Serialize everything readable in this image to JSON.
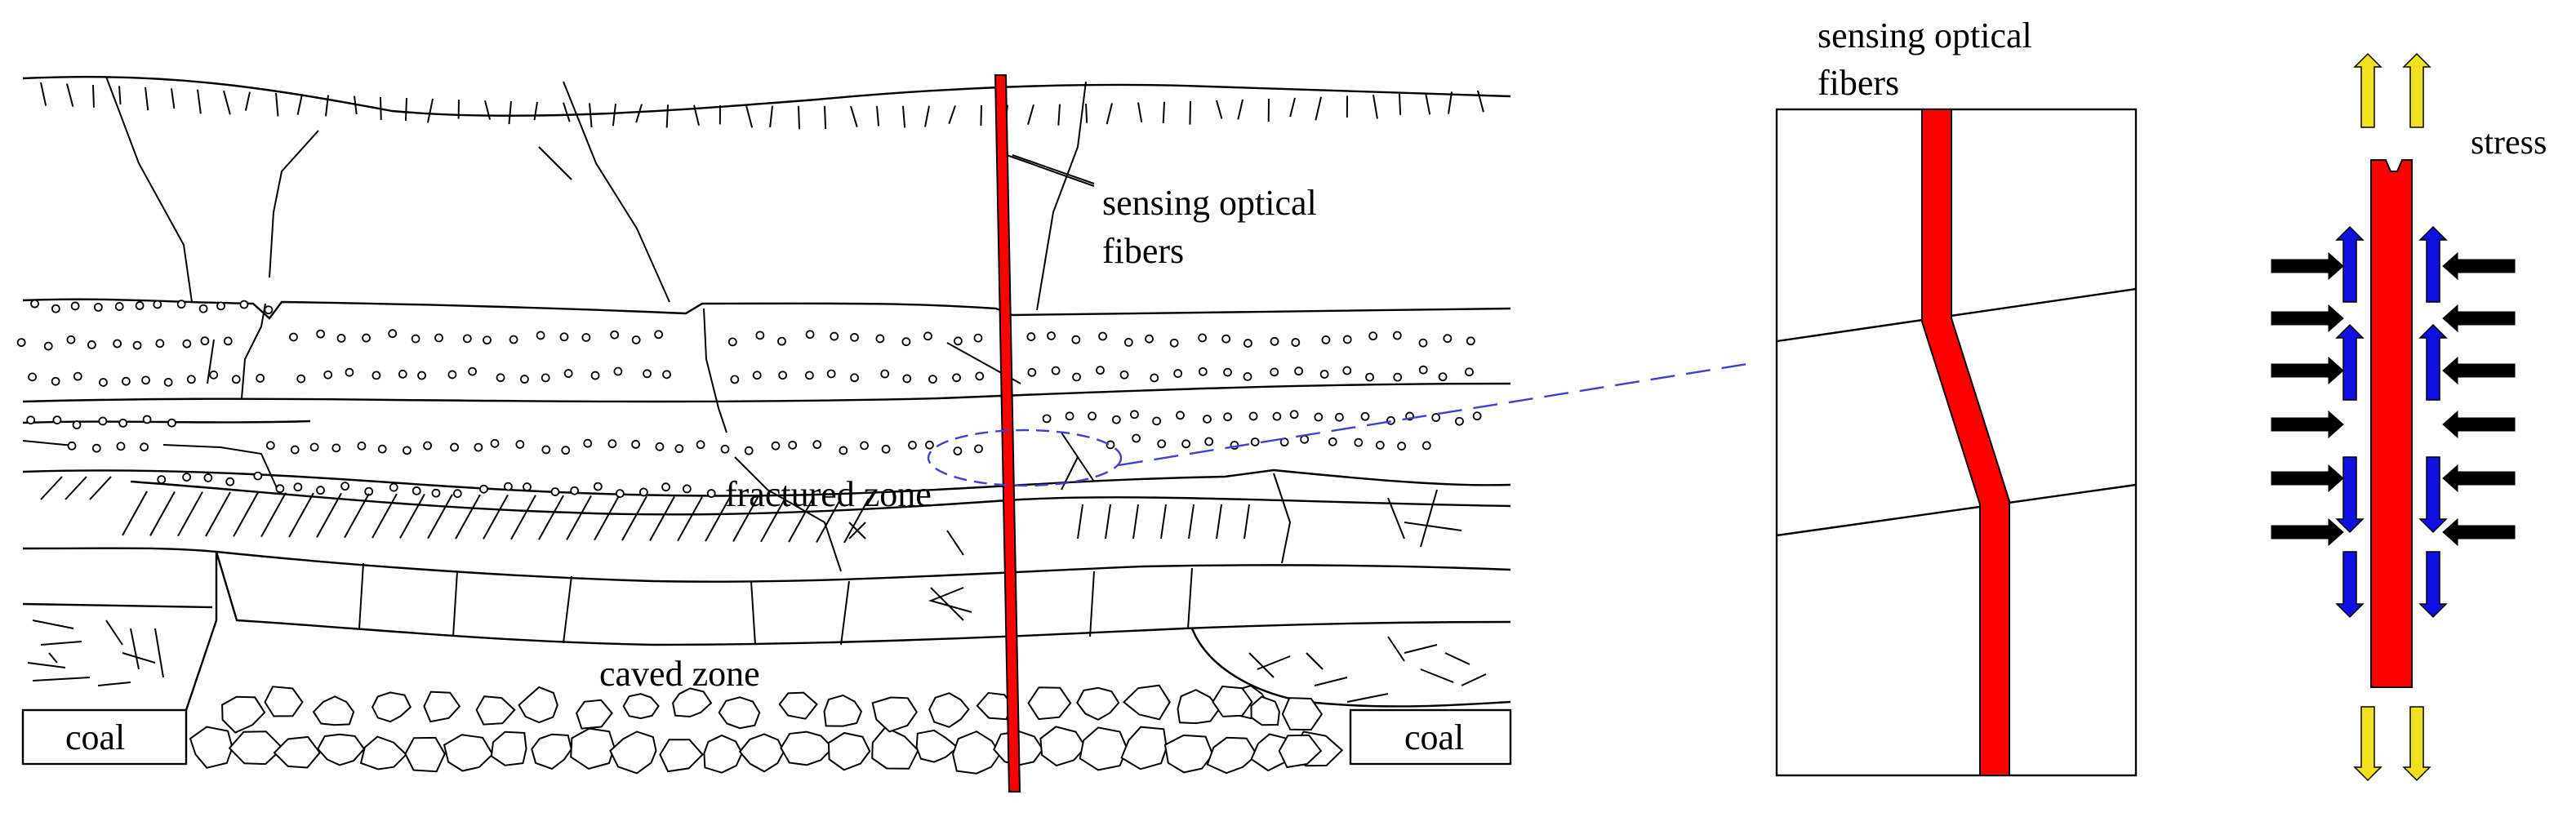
{
  "labels": {
    "sensing_fibers_main_line1": "sensing optical",
    "sensing_fibers_main_line2": "fibers",
    "fractured_zone": "fractured zone",
    "caved_zone": "caved zone",
    "coal_left": "coal",
    "coal_right": "coal",
    "sensing_fibers_detail_line1": "sensing optical",
    "sensing_fibers_detail_line2": "fibers",
    "stress": "stress"
  },
  "colors": {
    "fiber": "#ff0000",
    "shear_arrow": "#1010e0",
    "tension_arrow": "#f0e020",
    "compression_arrow": "#000000",
    "leader_line": "#4040d0"
  }
}
